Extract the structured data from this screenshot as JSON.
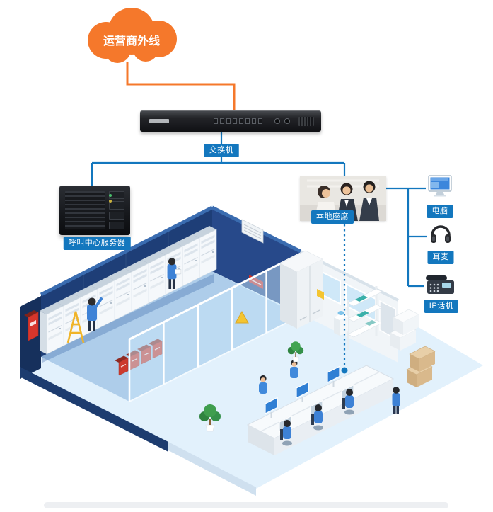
{
  "cloud": {
    "label": "运营商外线"
  },
  "nodes": {
    "switch": {
      "label": "交换机"
    },
    "server": {
      "label": "呼叫中心服务器"
    },
    "agents": {
      "label": "本地座席"
    },
    "pc": {
      "label": "电脑"
    },
    "headset": {
      "label": "耳麦"
    },
    "ip_phone": {
      "label": "IP话机"
    }
  },
  "icons": {
    "cloud": "cloud-shape",
    "pc": "monitor-icon",
    "headset": "headset-icon",
    "ip_phone": "ip-phone-icon"
  },
  "colors": {
    "orange": "#F5782B",
    "label_blue": "#1377BE",
    "line_blue": "#1377BE",
    "wall_navy": "#1E3E77",
    "wall_navy_right": "#27498A",
    "machine_floor": "#AECDEA",
    "office_floor": "#E2F1FC",
    "glass_blue": "#C9E7F9",
    "alert_red": "#D8362C",
    "people_shirt_blue": "#3D81D5"
  }
}
